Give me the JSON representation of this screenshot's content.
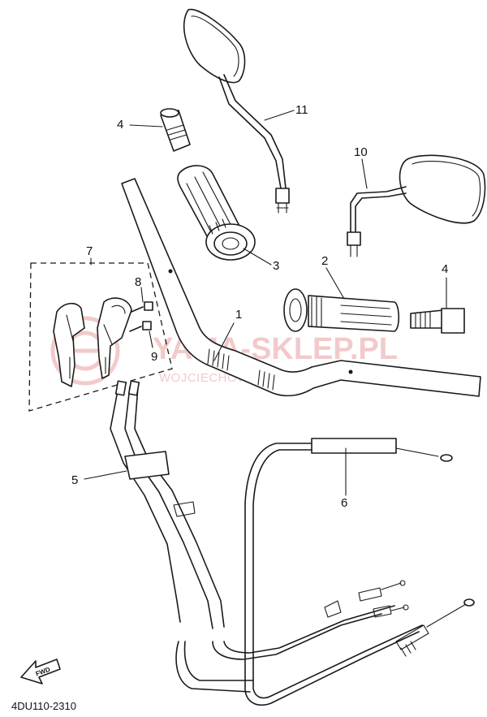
{
  "watermark": {
    "brand": "YAMA-SKLEP.PL",
    "tagline": "WOJCIECHOWSKI DEALER YAMAHA",
    "color": "#e8a0a0"
  },
  "diagram_code": "4DU110-2310",
  "fwd_label": "FWD",
  "callouts": [
    {
      "id": "p1",
      "label": "1"
    },
    {
      "id": "p2",
      "label": "2"
    },
    {
      "id": "p3",
      "label": "3"
    },
    {
      "id": "p4a",
      "label": "4"
    },
    {
      "id": "p4b",
      "label": "4"
    },
    {
      "id": "p5",
      "label": "5"
    },
    {
      "id": "p6",
      "label": "6"
    },
    {
      "id": "p7",
      "label": "7"
    },
    {
      "id": "p8",
      "label": "8"
    },
    {
      "id": "p9",
      "label": "9"
    },
    {
      "id": "p10",
      "label": "10"
    },
    {
      "id": "p11",
      "label": "11"
    }
  ]
}
